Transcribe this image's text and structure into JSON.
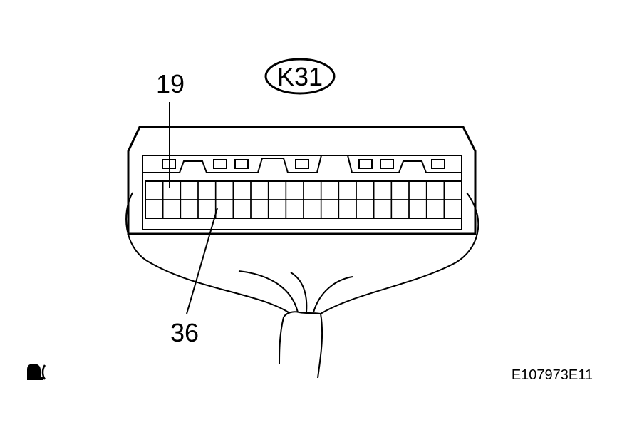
{
  "connector": {
    "label": "K31",
    "pin_top_left": "19",
    "pin_bottom_left": "36",
    "rows": 2,
    "columns": 18
  },
  "footer": {
    "code": "E107973E11",
    "icon": "connector-front-view-icon"
  },
  "colors": {
    "line": "#000000",
    "background": "#ffffff"
  }
}
